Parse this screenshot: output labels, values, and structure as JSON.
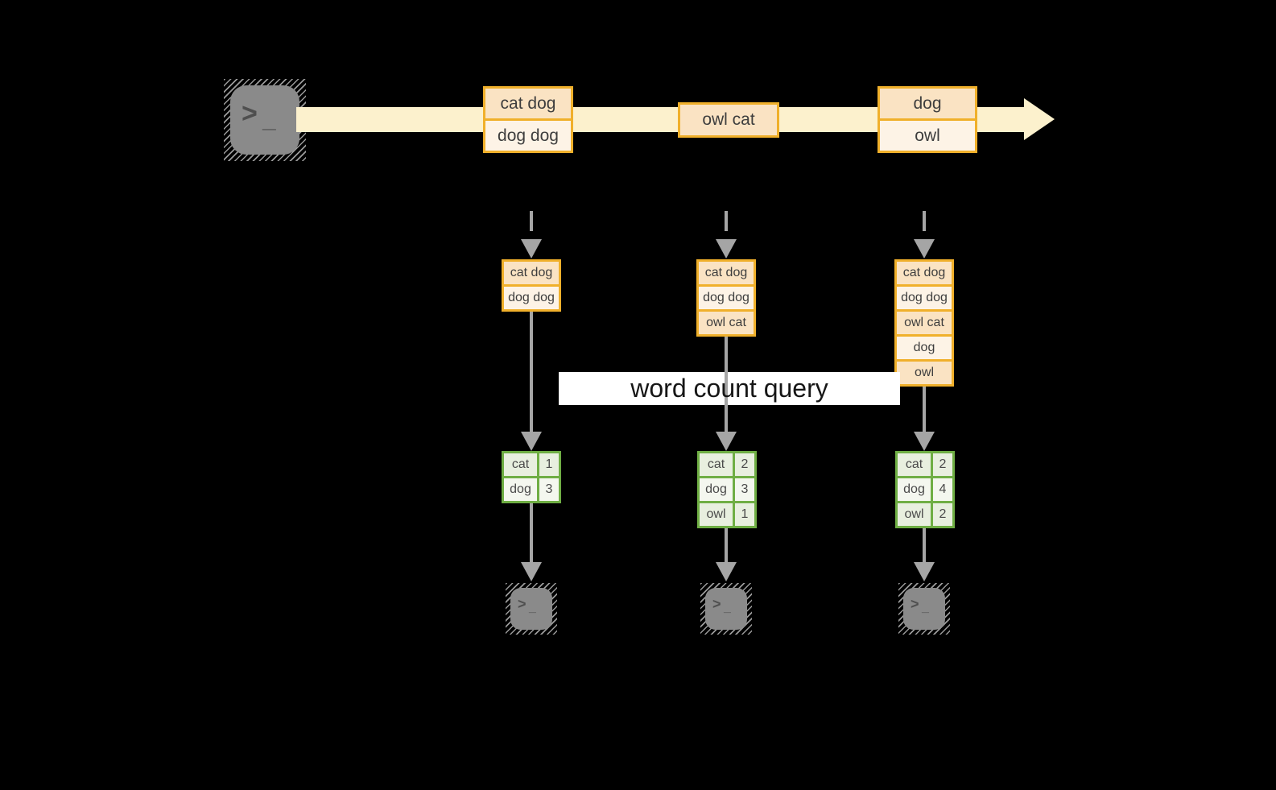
{
  "query_label": "word count query",
  "icons": {
    "terminal_prompt": ">",
    "terminal_cursor": "_",
    "stream_arrowhead": "right-arrow",
    "flow_arrowhead": "down-arrow"
  },
  "colors": {
    "background": "#000000",
    "cream": "#fcf1cd",
    "amber": "#f0b02b",
    "peach_dark": "#fae3c3",
    "peach_light": "#fdf3e6",
    "green": "#6fae44",
    "sage_dark": "#e8efdf",
    "sage_light": "#f4f7ef",
    "arrow_gray": "#a5a5a5",
    "label_bg": "#ffffff",
    "label_text": "#161616",
    "text_dark": "#3e3e3e",
    "terminal_gray": "#8a8a8a",
    "terminal_glyph": "#4f4f4f"
  },
  "timeline": {
    "events": [
      {
        "lines": [
          "cat dog",
          "dog dog"
        ]
      },
      {
        "lines": [
          "owl cat"
        ]
      },
      {
        "lines": [
          "dog",
          "owl"
        ]
      }
    ]
  },
  "columns": [
    {
      "buffer": [
        "cat dog",
        "dog dog"
      ],
      "counts": [
        {
          "word": "cat",
          "count": "1"
        },
        {
          "word": "dog",
          "count": "3"
        }
      ]
    },
    {
      "buffer": [
        "cat dog",
        "dog dog",
        "owl cat"
      ],
      "counts": [
        {
          "word": "cat",
          "count": "2"
        },
        {
          "word": "dog",
          "count": "3"
        },
        {
          "word": "owl",
          "count": "1"
        }
      ]
    },
    {
      "buffer": [
        "cat dog",
        "dog dog",
        "owl cat",
        "dog",
        "owl"
      ],
      "counts": [
        {
          "word": "cat",
          "count": "2"
        },
        {
          "word": "dog",
          "count": "4"
        },
        {
          "word": "owl",
          "count": "2"
        }
      ]
    }
  ]
}
